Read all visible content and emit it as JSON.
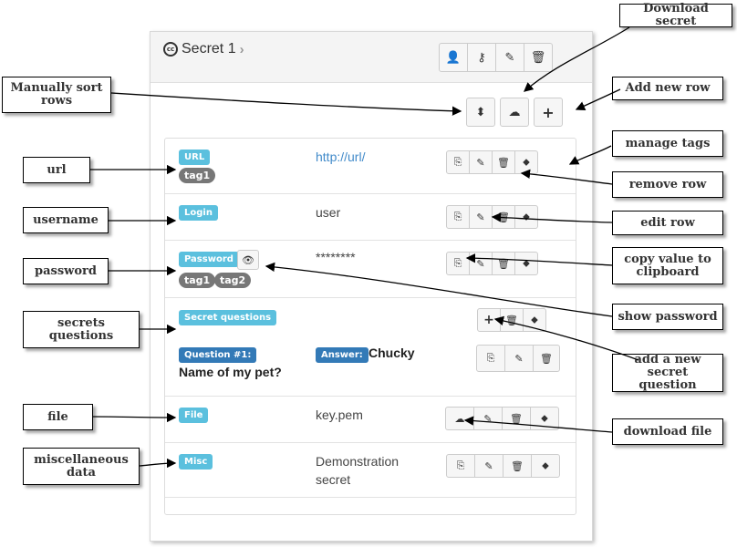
{
  "secret": {
    "title": "Secret 1",
    "header_buttons": [
      "user-icon",
      "key-icon",
      "pencil-icon",
      "trash-icon"
    ],
    "toolbar": [
      "sort-icon",
      "cloud-download-icon",
      "plus-icon"
    ]
  },
  "rows": {
    "url": {
      "label": "URL",
      "value": "http://url/",
      "tags": [
        "tag1"
      ]
    },
    "login": {
      "label": "Login",
      "value": "user"
    },
    "password": {
      "label": "Password",
      "value": "********",
      "tags": [
        "tag1",
        "tag2"
      ]
    },
    "questions": {
      "label": "Secret questions",
      "q_label": "Question #1:",
      "question": "Name of my pet?",
      "a_label": "Answer:",
      "answer": "Chucky"
    },
    "file": {
      "label": "File",
      "value": "key.pem"
    },
    "misc": {
      "label": "Misc",
      "value_line1": "Demonstration",
      "value_line2": "secret"
    }
  },
  "annotations": {
    "download_secret": "Download secret",
    "manual_sort_1": "Manually sort",
    "manual_sort_2": "rows",
    "add_new_row": "Add new row",
    "manage_tags": "manage tags",
    "remove_row": "remove row",
    "edit_row": "edit row",
    "copy_value_1": "copy value to",
    "copy_value_2": "clipboard",
    "show_password": "show password",
    "add_question_1": "add a new secret",
    "add_question_2": "question",
    "download_file": "download file",
    "url": "url",
    "username": "username",
    "password": "password",
    "secrets_questions": "secrets questions",
    "file": "file",
    "misc_1": "miscellaneous",
    "misc_2": "data"
  }
}
